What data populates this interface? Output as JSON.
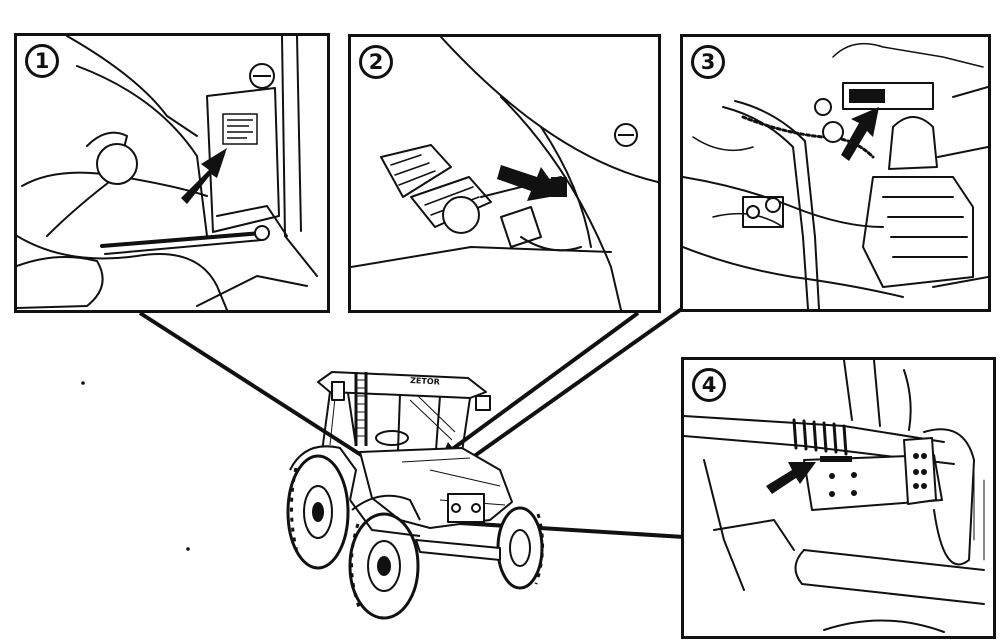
{
  "callouts": [
    {
      "id": 1,
      "label": "1"
    },
    {
      "id": 2,
      "label": "2"
    },
    {
      "id": 3,
      "label": "3"
    },
    {
      "id": 4,
      "label": "4"
    }
  ],
  "tractor": {
    "brand_text": "ZETOR"
  },
  "colors": {
    "line": "#111111",
    "background": "#ffffff"
  }
}
